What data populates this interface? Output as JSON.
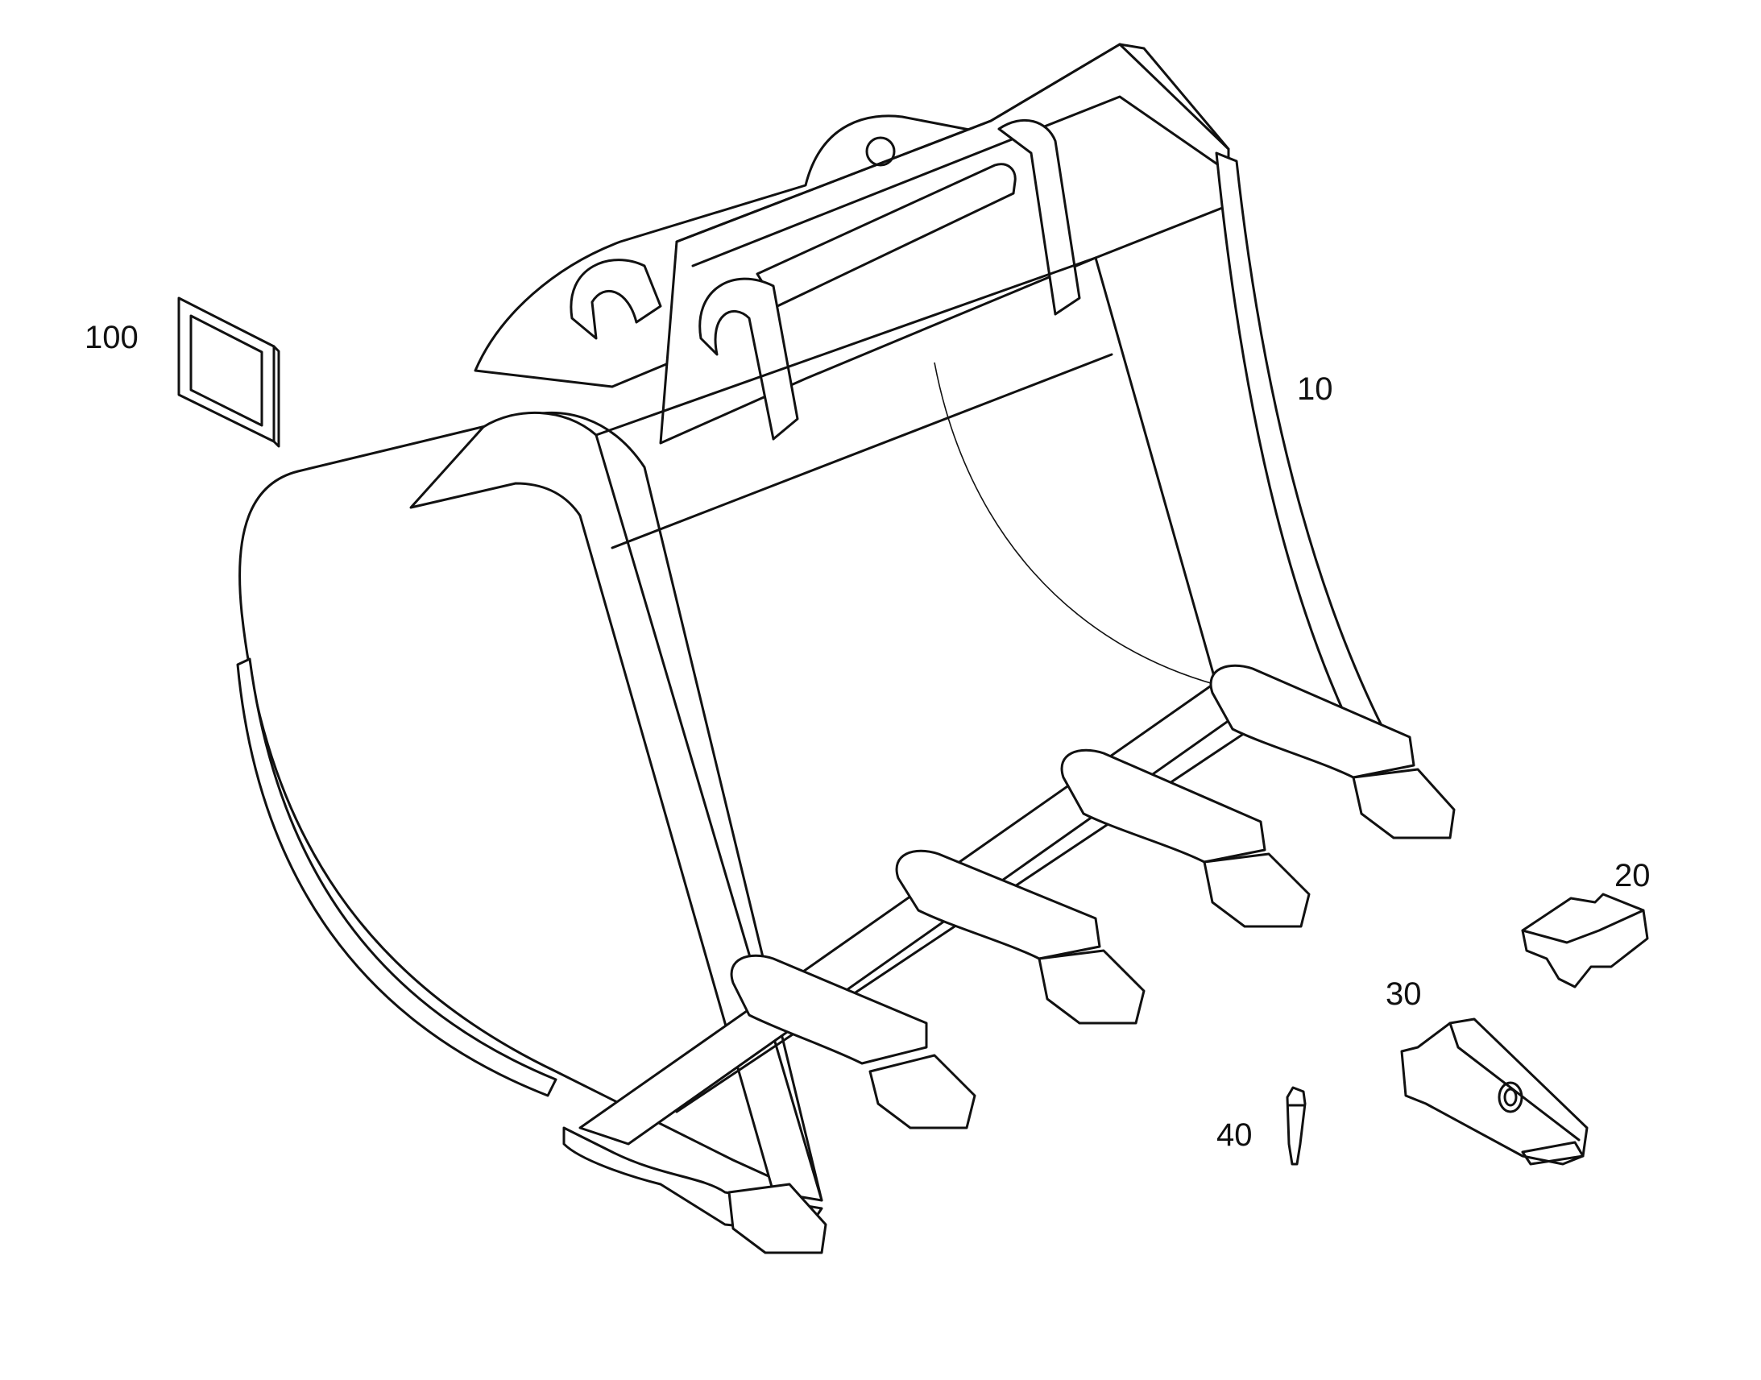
{
  "callouts": [
    {
      "id": "label-100",
      "text": "100"
    },
    {
      "id": "label-10",
      "text": "10"
    },
    {
      "id": "label-20",
      "text": "20"
    },
    {
      "id": "label-30",
      "text": "30"
    },
    {
      "id": "label-40",
      "text": "40"
    }
  ],
  "colors": {
    "line": "#111111",
    "background": "#ffffff"
  }
}
